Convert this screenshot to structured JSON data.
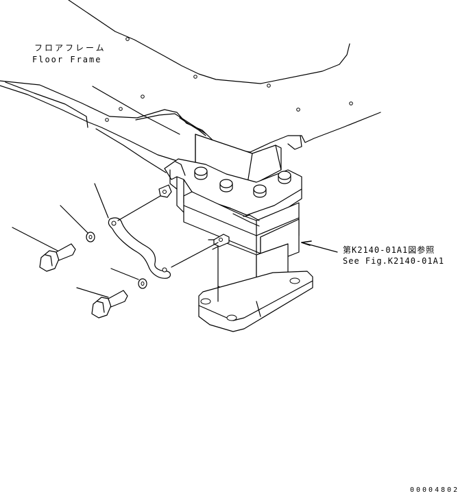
{
  "labels": {
    "floor_frame_jp": "フロアフレーム",
    "floor_frame_en": "Floor Frame",
    "reference_jp": "第K2140-01A1図参照",
    "reference_en": "See Fig.K2140-01A1",
    "drawing_code": "00004802"
  }
}
